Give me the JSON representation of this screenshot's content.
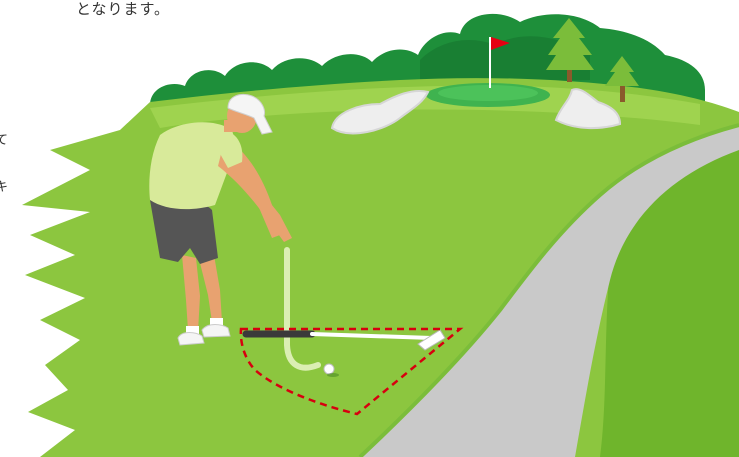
{
  "caption": {
    "text": "となります。",
    "margin_glyph_1": "て",
    "margin_glyph_2": "キ"
  },
  "illustration": {
    "subject": "golfer-taking-relief-drop",
    "colors": {
      "fairway": "#8cc63f",
      "fairway_dark": "#6fb52c",
      "rough_edge": "#5aa528",
      "trees": "#1e8f3a",
      "trees_dark": "#16752e",
      "green": "#3fb34f",
      "cart_path": "#c9c9c9",
      "bunker": "#eeeeee",
      "flag": "#e60012",
      "relief_area": "#d7000f",
      "shirt": "#d8ea9a",
      "shorts": "#555555",
      "skin": "#e8a270",
      "cap": "#f5f5f5"
    }
  }
}
